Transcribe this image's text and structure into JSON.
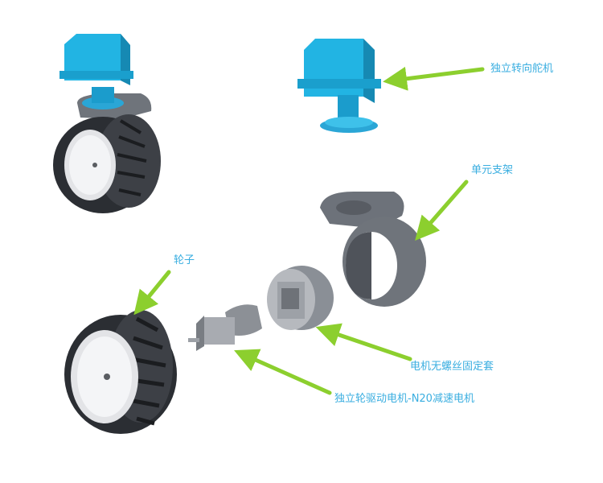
{
  "labels": {
    "servo": "独立转向舵机",
    "bracket": "单元支架",
    "wheel": "轮子",
    "sleeve": "电机无螺丝固定套",
    "motor": "独立轮驱动电机-N20减速电机"
  },
  "colors": {
    "servo": "#1fb2e0",
    "servo_dark": "#1391bb",
    "tire": "#3a3d42",
    "tire_dark": "#25272b",
    "rim": "#e6e7ea",
    "metal": "#8f9399",
    "metal_light": "#b9bcc1",
    "arrow": "#8ccf2e",
    "label": "#3aaee0"
  }
}
